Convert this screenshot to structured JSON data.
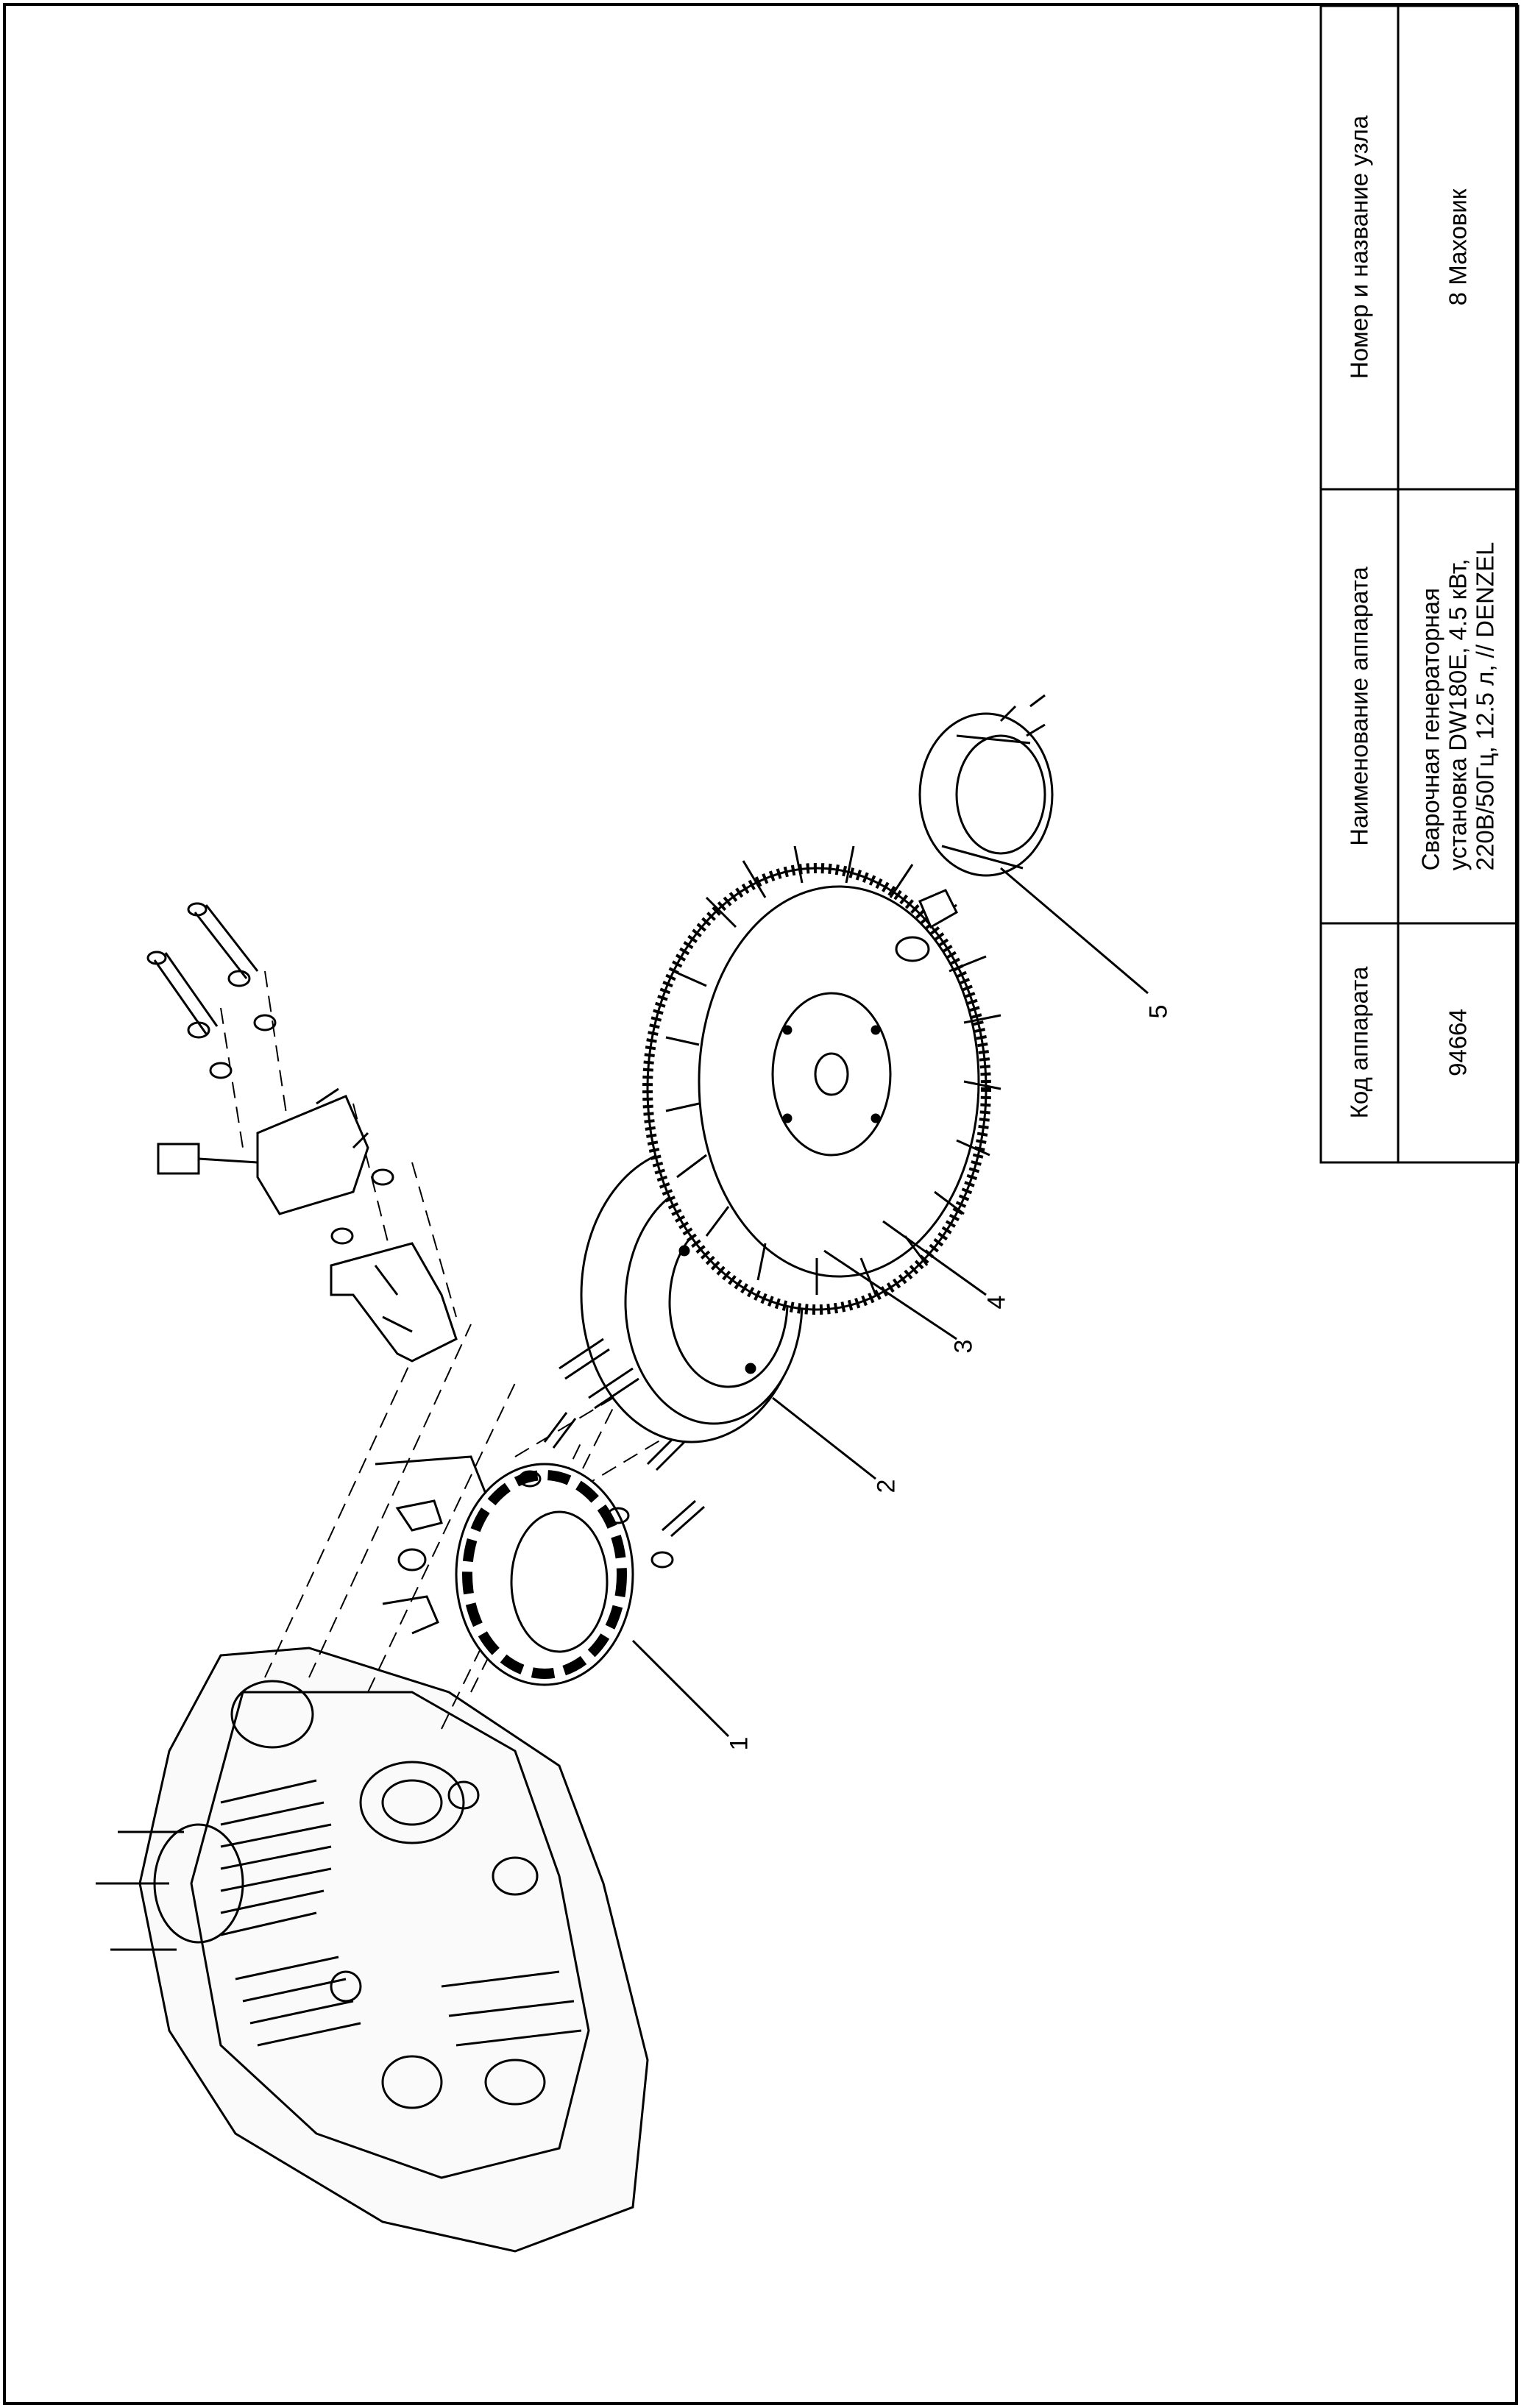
{
  "title_block": {
    "headers": {
      "code": "Код аппарата",
      "device_name": "Наименование аппарата",
      "unit": "Номер и название узла"
    },
    "values": {
      "code": "94664",
      "device_name_lines": [
        "Сварочная генераторная",
        "установка DW180E, 4.5 кВт,",
        "220В/50Гц, 12.5 л, // DENZEL"
      ],
      "unit": "8 Маховик"
    }
  },
  "callouts": [
    "1",
    "2",
    "3",
    "4",
    "5"
  ]
}
